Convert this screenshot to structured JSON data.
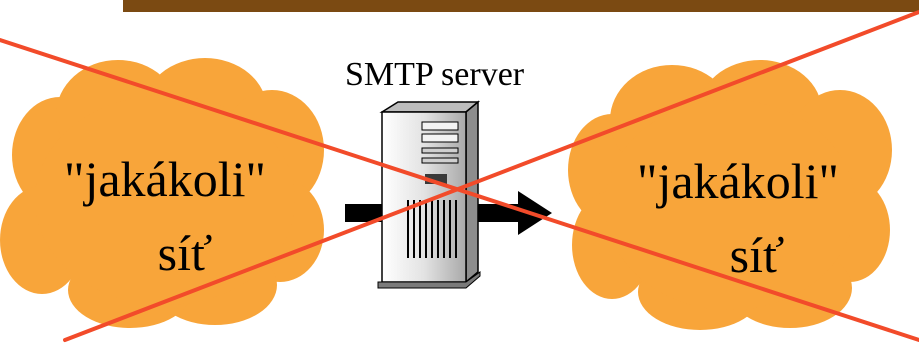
{
  "diagram": {
    "server": {
      "label": "SMTP server",
      "icon": "tower-server-icon"
    },
    "left_network": {
      "line1": "\"jakákoli\"",
      "line2": "síť"
    },
    "right_network": {
      "line1": "\"jakákoli\"",
      "line2": "síť"
    },
    "colors": {
      "cloud_fill": "#F8A53A",
      "cross_lines": "#F24B2A",
      "top_bar": "#7B4A12",
      "arrow": "#000000",
      "server_body": "#D8D8D8"
    }
  }
}
